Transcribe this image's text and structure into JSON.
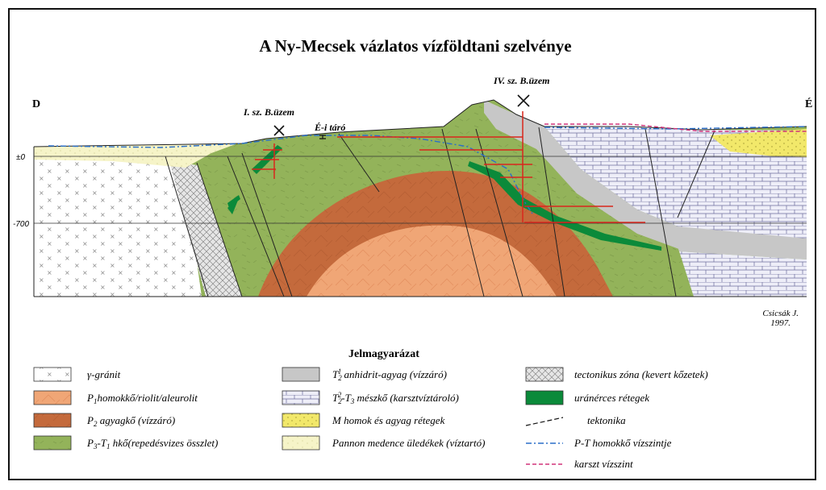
{
  "title": "A Ny-Mecsek vázlatos vízföldtani  szelvénye",
  "side_labels": {
    "left": "D",
    "right": "É"
  },
  "depth_labels": {
    "zero": "±0",
    "minus700": "-700"
  },
  "mine_labels": {
    "mine1": "I. sz. B.üzem",
    "mine4": "IV. sz. B.üzem",
    "adit": "É-i táró"
  },
  "author": {
    "name": "Csicsák J.",
    "year": "1997."
  },
  "legend": {
    "title": "Jelmagyarázat",
    "items": [
      {
        "id": "granite",
        "pre": "γ-gránit",
        "sub": "",
        "sup": "",
        "post": ""
      },
      {
        "id": "p1",
        "pre": "P",
        "sub": "1",
        "sup": "",
        "post": "homokkő/riolit/aleurolit"
      },
      {
        "id": "p2",
        "pre": "P",
        "sub": "2",
        "sup": "",
        "post": " agyagkő (vízzáró)"
      },
      {
        "id": "p3t1",
        "pre": "P",
        "sub": "3",
        "sup": "",
        "post": "-T",
        "sub2": "1",
        "post2": " hkő(repedésvizes összlet)"
      },
      {
        "id": "anhydrite",
        "pre": "T",
        "sub": "2",
        "sup": "1",
        "post": " anhidrit-agyag (vízzáró)"
      },
      {
        "id": "limestone",
        "pre": "T",
        "sub": "2",
        "sup": "2",
        "post": "-T",
        "sub2": "3",
        "post2": "  mészkő (karsztvíztároló)"
      },
      {
        "id": "msand",
        "pre": "M homok és agyag rétegek",
        "sub": "",
        "sup": "",
        "post": ""
      },
      {
        "id": "pannon",
        "pre": "Pannon medence üledékek  (víztartó)",
        "sub": "",
        "sup": "",
        "post": ""
      },
      {
        "id": "tectzone",
        "pre": "tectonikus zóna (kevert kőzetek)",
        "sub": "",
        "sup": "",
        "post": ""
      },
      {
        "id": "uranium",
        "pre": "uránérces rétegek",
        "sub": "",
        "sup": "",
        "post": ""
      },
      {
        "id": "tectonics",
        "pre": "tektonika",
        "sub": "",
        "sup": "",
        "post": ""
      },
      {
        "id": "ptwater",
        "pre": "P-T homokkő vízszintje",
        "sub": "",
        "sup": "",
        "post": ""
      },
      {
        "id": "karst",
        "pre": "karszt vízszint",
        "sub": "",
        "sup": "",
        "post": ""
      }
    ]
  },
  "colors": {
    "green": "#93b35a",
    "orange": "#f0a676",
    "brown": "#c46a3c",
    "grey": "#c7c7c7",
    "limestone": "#eeeef8",
    "yellow": "#f2e86a",
    "pannon": "#f6f4c8",
    "uranium": "#0b8a3a",
    "red": "#d9261c",
    "blue": "#2a6fc9",
    "magenta": "#d0337a"
  }
}
